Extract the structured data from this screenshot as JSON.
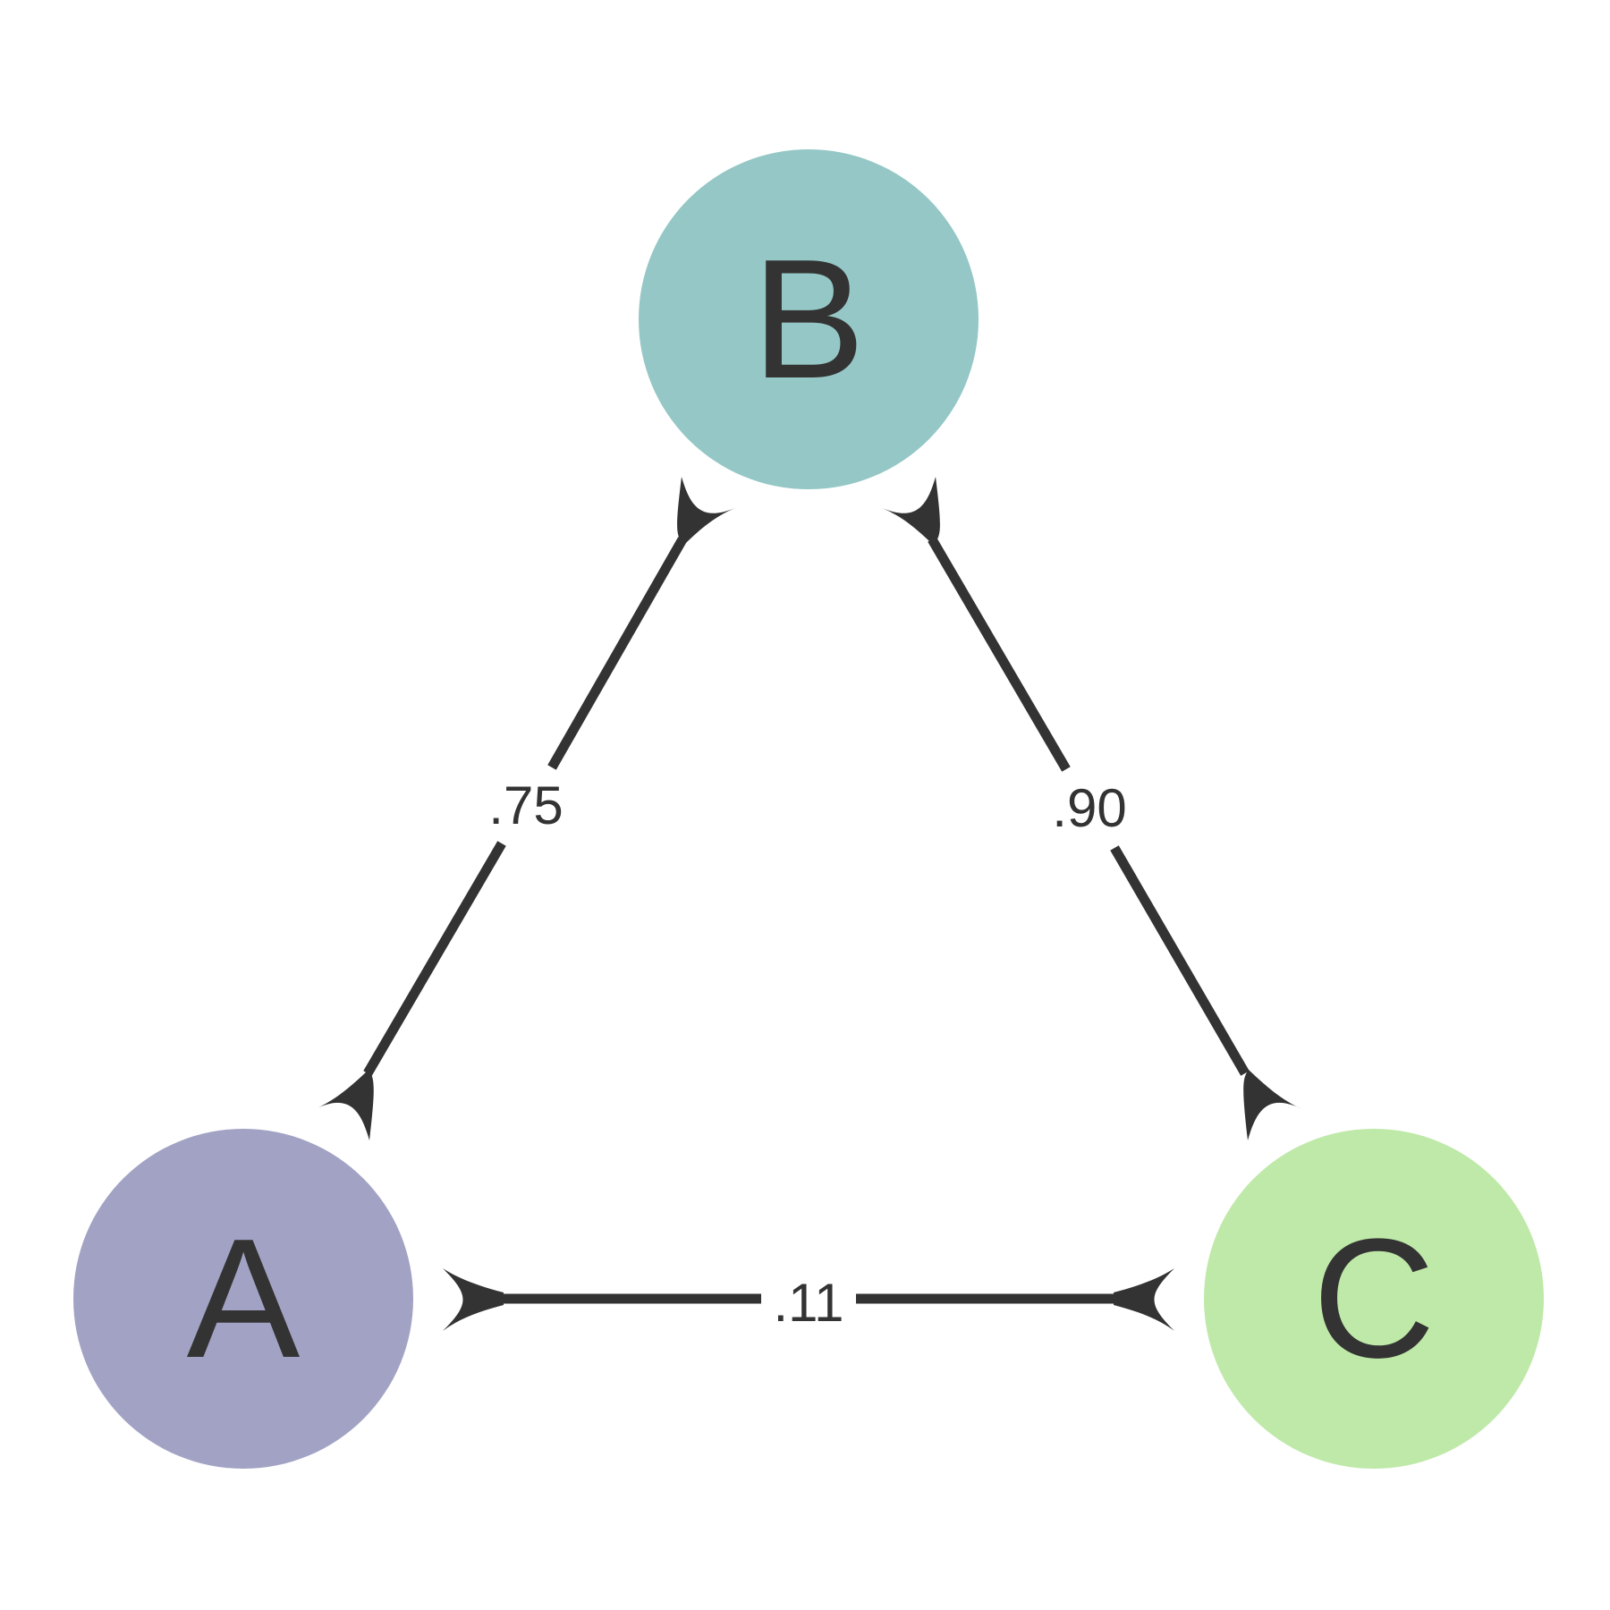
{
  "nodes": [
    {
      "id": "A",
      "label": "A",
      "color": "#a2a3c4"
    },
    {
      "id": "B",
      "label": "B",
      "color": "#94c7c5"
    },
    {
      "id": "C",
      "label": "C",
      "color": "#bfe9a8"
    }
  ],
  "edges": [
    {
      "id": "A-B",
      "from": "A",
      "to": "B",
      "label": ".75",
      "arrows": "both"
    },
    {
      "id": "B-C",
      "from": "B",
      "to": "C",
      "label": ".90",
      "arrows": "both"
    },
    {
      "id": "A-C",
      "from": "A",
      "to": "C",
      "label": ".11",
      "arrows": "both"
    }
  ],
  "colors": {
    "edge": "#333333",
    "label_text": "#333333",
    "background": "#ffffff"
  }
}
